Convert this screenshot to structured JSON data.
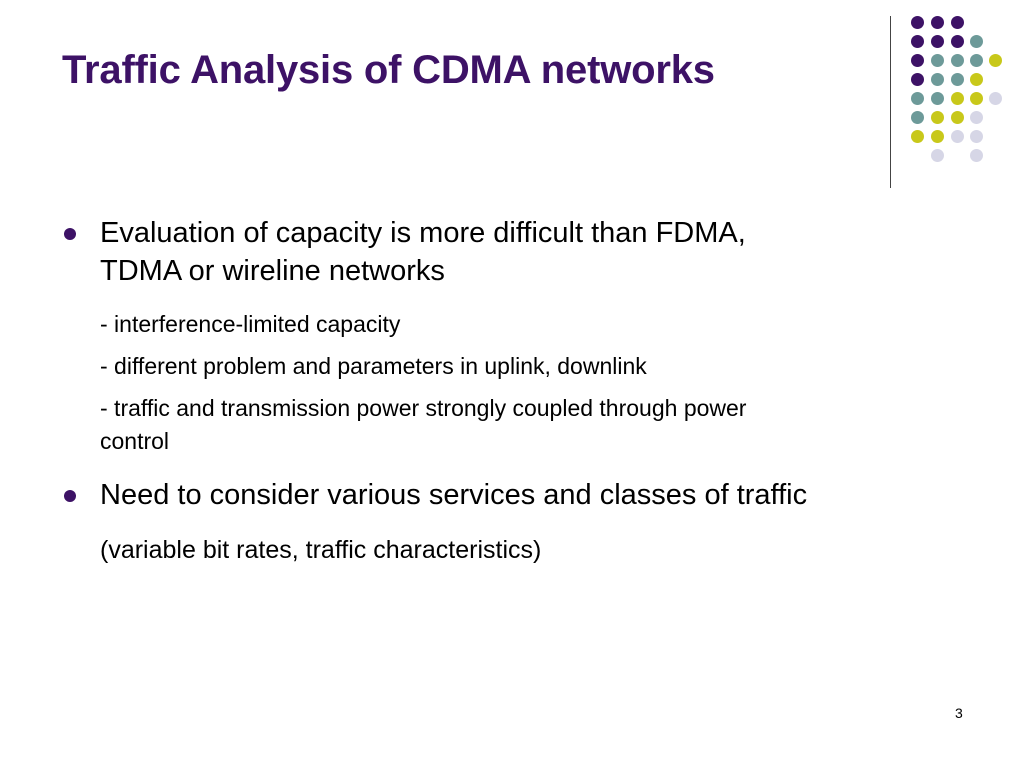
{
  "slide": {
    "title": "Traffic Analysis of CDMA networks",
    "page_number": "3",
    "accent_colors": {
      "purple": "#3d1266",
      "teal": "#6d9a99",
      "yellow": "#c8c81a",
      "lavender": "#d6d6e6"
    },
    "bullets": [
      {
        "line1": "Evaluation of capacity is more difficult than FDMA,",
        "line2": "TDMA or wireline networks",
        "sub_items": [
          {
            "line1": "- interference-limited capacity"
          },
          {
            "line1": "- different problem and parameters in uplink, downlink"
          },
          {
            "line1": "- traffic and transmission power strongly coupled through power",
            "line2": "control"
          }
        ]
      },
      {
        "line1": "Need to consider various services and classes of traffic",
        "note": "(variable bit rates, traffic characteristics)"
      }
    ]
  }
}
